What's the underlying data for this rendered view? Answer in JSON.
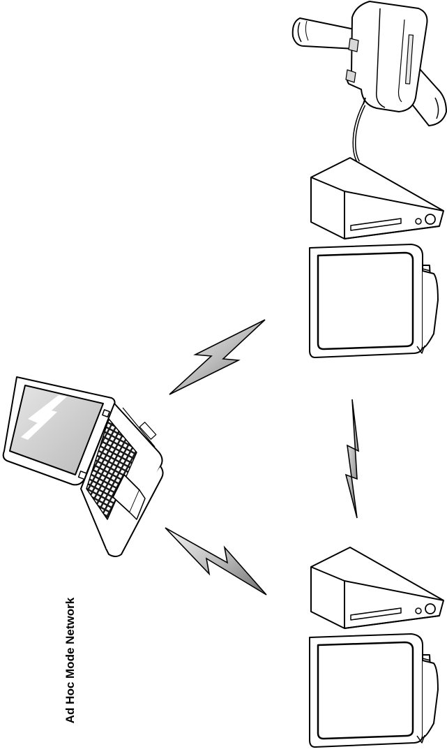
{
  "caption": "Ad Hoc Mode Network",
  "nodes": [
    {
      "id": "laptop",
      "kind": "laptop"
    },
    {
      "id": "computer-1",
      "kind": "desktop-with-monitor"
    },
    {
      "id": "computer-2",
      "kind": "desktop-with-monitor"
    },
    {
      "id": "scanner",
      "kind": "handheld-scanner",
      "attached_to": "computer-1"
    }
  ],
  "links": [
    {
      "from": "laptop",
      "to": "computer-1",
      "type": "wireless"
    },
    {
      "from": "laptop",
      "to": "computer-2",
      "type": "wireless"
    },
    {
      "from": "computer-1",
      "to": "computer-2",
      "type": "wireless"
    }
  ],
  "colors": {
    "line": "#000000",
    "bolt_light": "#f4f4f4",
    "bolt_dark": "#7a7a7a"
  }
}
